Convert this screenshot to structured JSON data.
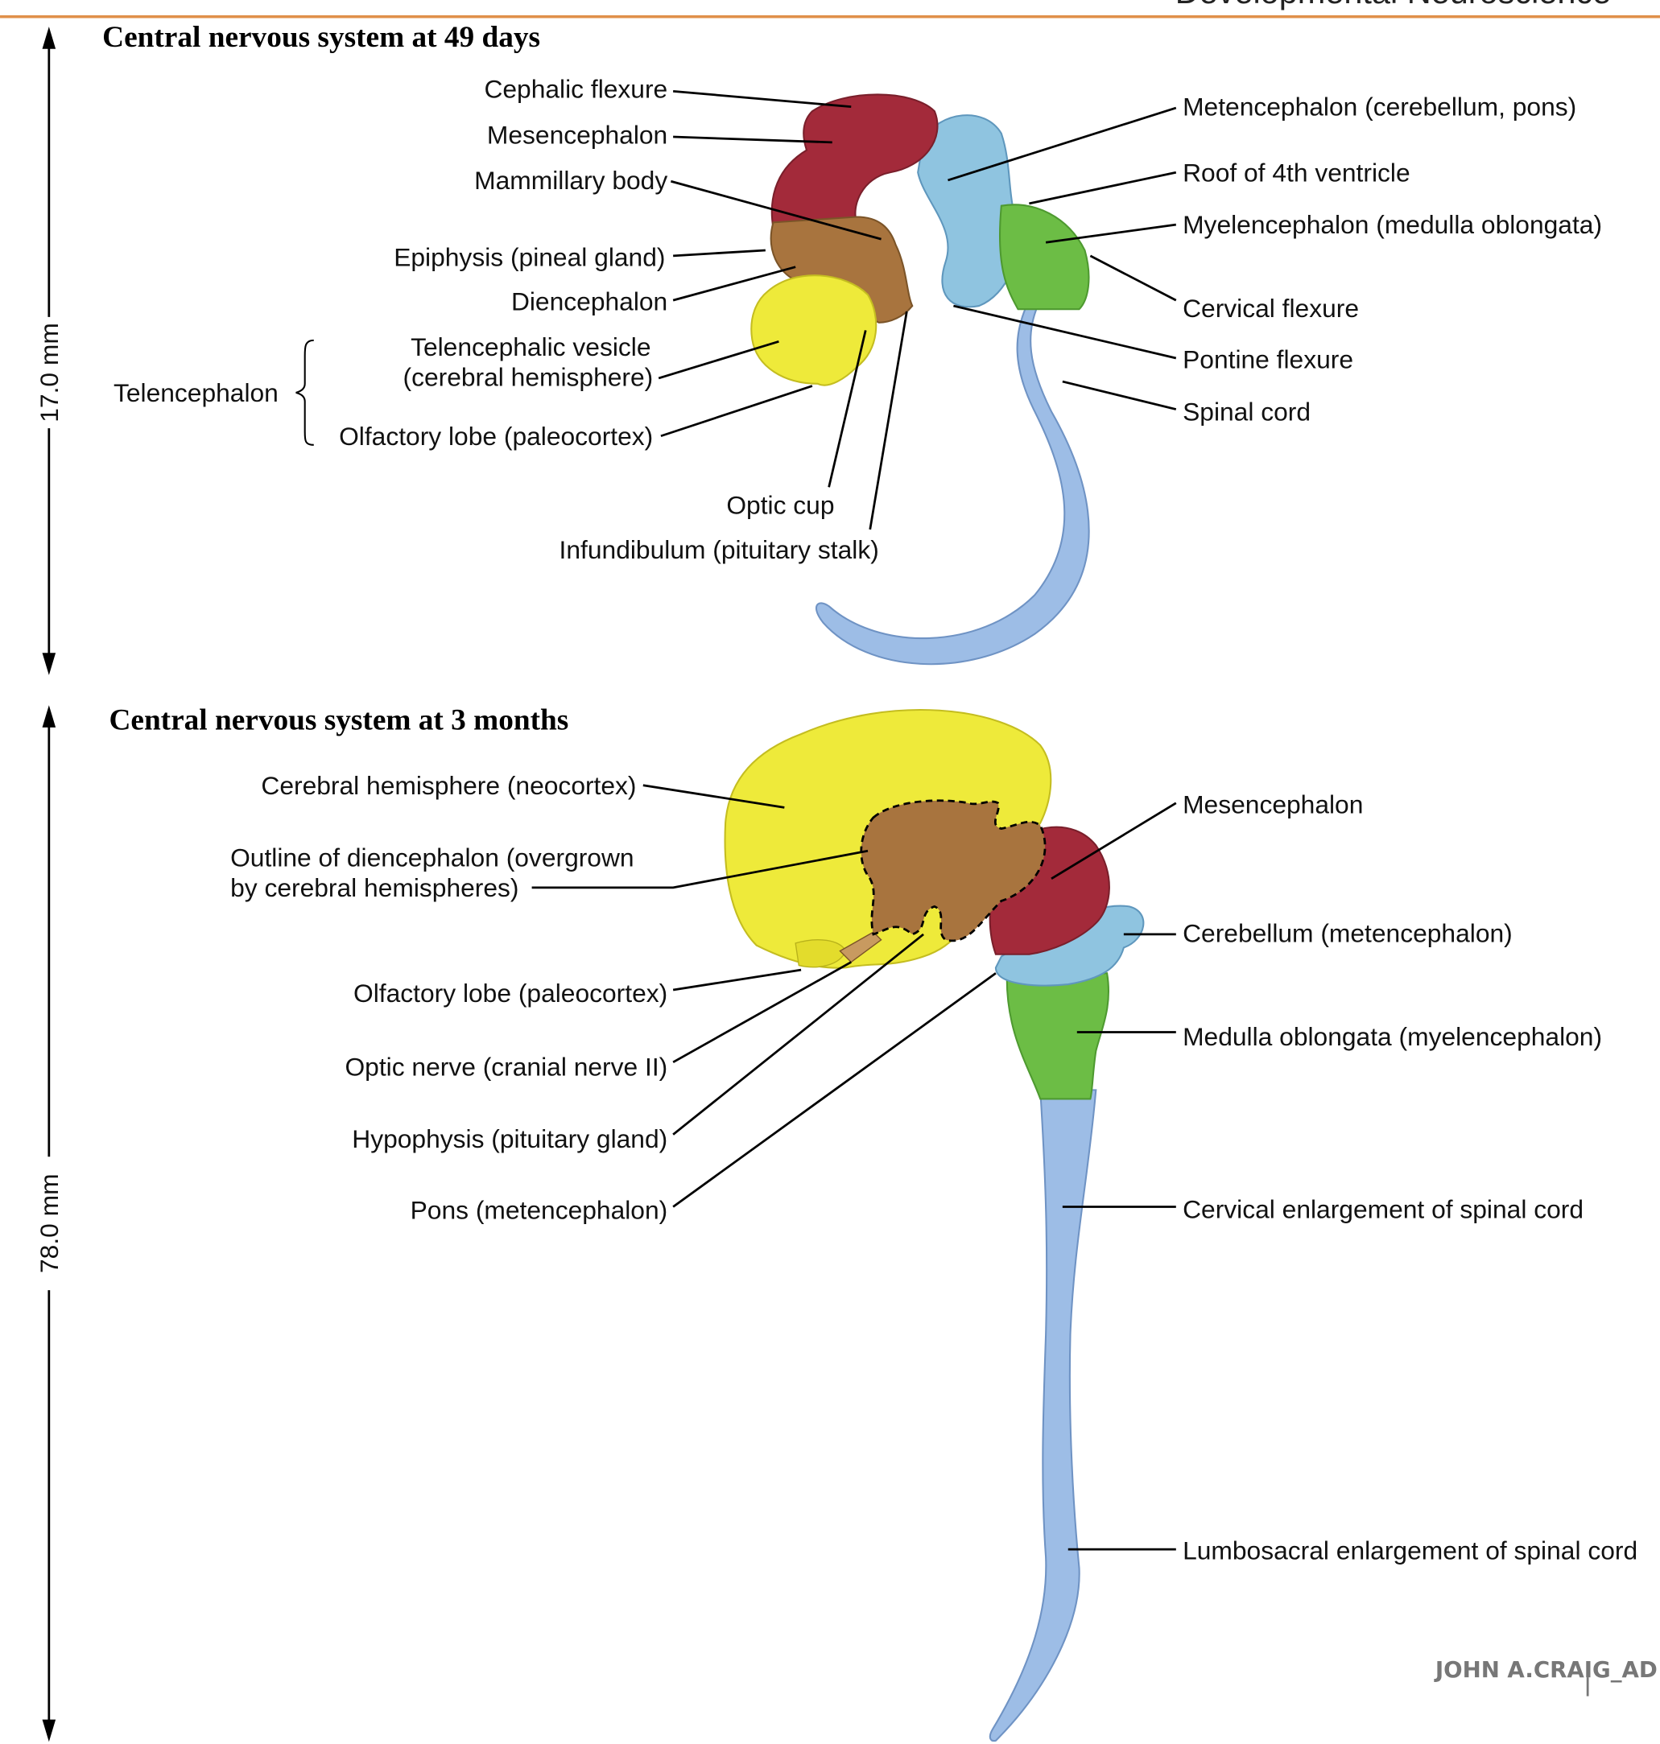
{
  "header": {
    "running_title": "Developmental Neuroscience",
    "rule_color": "#e0904a"
  },
  "colors": {
    "telencephalon": "#eeea3a",
    "diencephalon": "#a8743e",
    "mesencephalon": "#a32a3a",
    "metencephalon": "#8fc4e0",
    "myelencephalon": "#6cbd45",
    "spinal_cord": "#9dbde6"
  },
  "top": {
    "title": "Central nervous system at 49 days",
    "scale": "17.0 mm",
    "group_label": "Telencephalon",
    "left_labels": [
      "Cephalic flexure",
      "Mesencephalon",
      "Mammillary body",
      "Epiphysis (pineal gland)",
      "Diencephalon",
      "Telencephalic vesicle",
      "(cerebral hemisphere)",
      "Olfactory lobe (paleocortex)",
      "Optic cup",
      "Infundibulum (pituitary stalk)"
    ],
    "right_labels": [
      "Metencephalon (cerebellum, pons)",
      "Roof of 4th ventricle",
      "Myelencephalon (medulla oblongata)",
      "Cervical flexure",
      "Pontine flexure",
      "Spinal cord"
    ]
  },
  "bottom": {
    "title": "Central nervous system at 3 months",
    "scale": "78.0 mm",
    "left_labels": [
      "Cerebral hemisphere (neocortex)",
      "Outline of diencephalon (overgrown",
      "by cerebral hemispheres)",
      "Olfactory lobe (paleocortex)",
      "Optic nerve (cranial nerve II)",
      "Hypophysis (pituitary gland)",
      "Pons (metencephalon)"
    ],
    "right_labels": [
      "Mesencephalon",
      "Cerebellum (metencephalon)",
      "Medulla oblongata (myelencephalon)",
      "Cervical enlargement of spinal cord",
      "Lumbosacral enlargement of spinal cord"
    ]
  },
  "signature": "JOHN A.CRAIG_AD"
}
